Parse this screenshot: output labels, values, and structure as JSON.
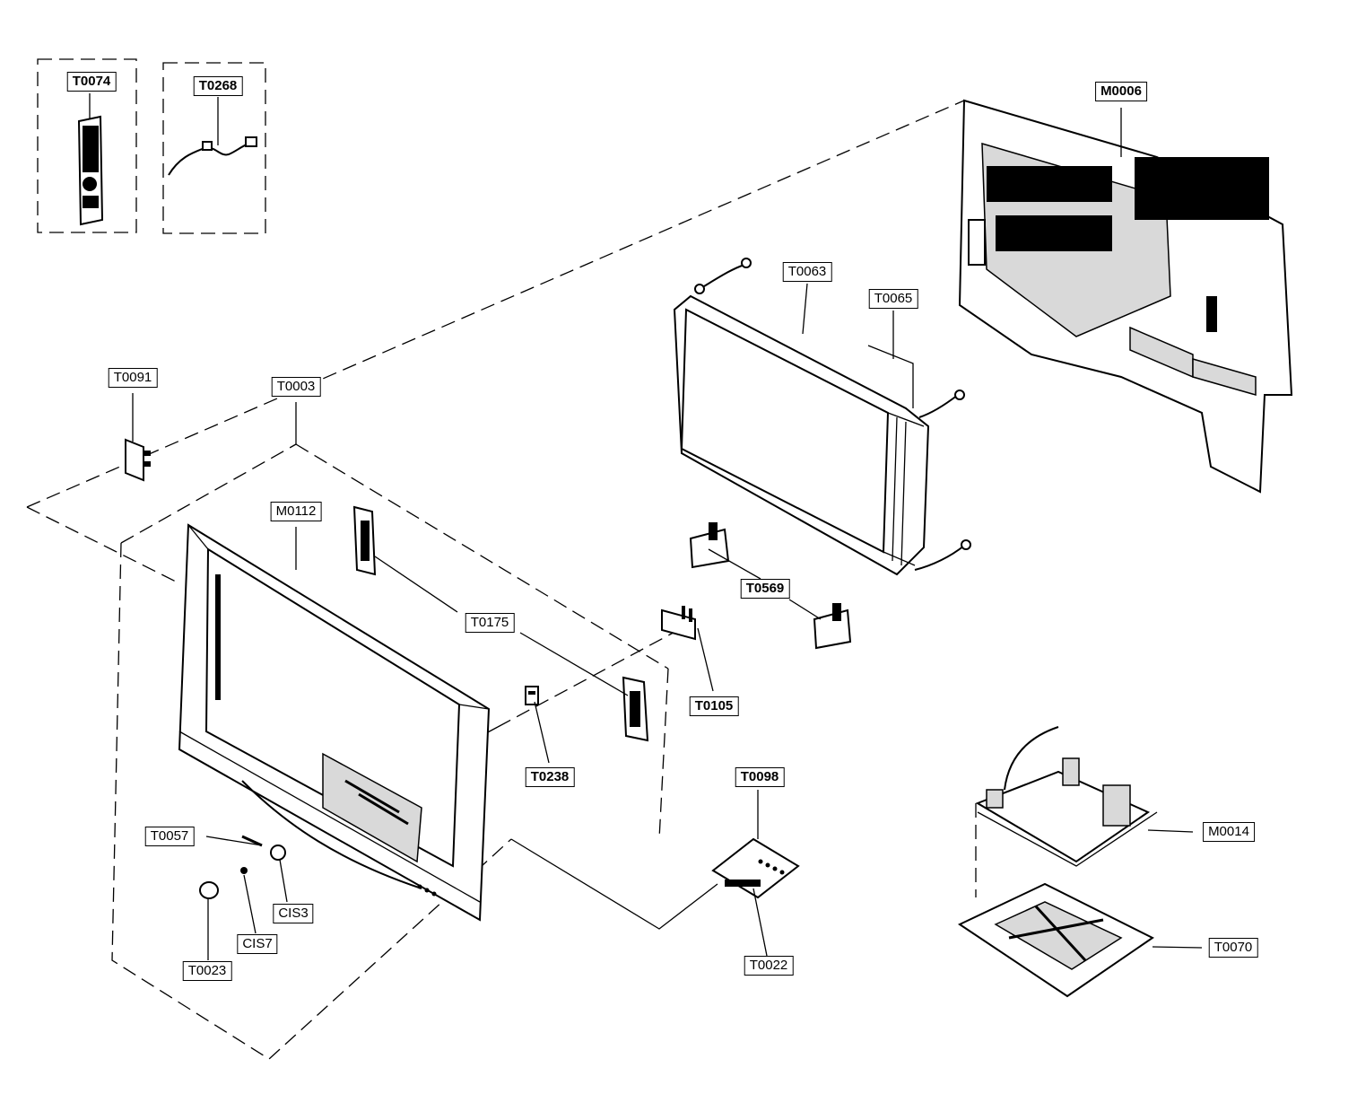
{
  "diagram": {
    "labels": [
      {
        "id": "T0074",
        "text": "T0074",
        "bold": true
      },
      {
        "id": "T0268",
        "text": "T0268",
        "bold": true
      },
      {
        "id": "M0006",
        "text": "M0006",
        "bold": true
      },
      {
        "id": "T0063",
        "text": "T0063",
        "bold": false
      },
      {
        "id": "T0065",
        "text": "T0065",
        "bold": false
      },
      {
        "id": "T0091",
        "text": "T0091",
        "bold": false
      },
      {
        "id": "T0003",
        "text": "T0003",
        "bold": false
      },
      {
        "id": "M0112",
        "text": "M0112",
        "bold": false
      },
      {
        "id": "T0569",
        "text": "T0569",
        "bold": true
      },
      {
        "id": "T0175",
        "text": "T0175",
        "bold": false
      },
      {
        "id": "T0105",
        "text": "T0105",
        "bold": true
      },
      {
        "id": "T0238",
        "text": "T0238",
        "bold": true
      },
      {
        "id": "T0098",
        "text": "T0098",
        "bold": true
      },
      {
        "id": "M0014",
        "text": "M0014",
        "bold": false
      },
      {
        "id": "T0057",
        "text": "T0057",
        "bold": false
      },
      {
        "id": "CIS3",
        "text": "CIS3",
        "bold": false
      },
      {
        "id": "CIS7",
        "text": "CIS7",
        "bold": false
      },
      {
        "id": "T0023",
        "text": "T0023",
        "bold": false
      },
      {
        "id": "T0022",
        "text": "T0022",
        "bold": false
      },
      {
        "id": "T0070",
        "text": "T0070",
        "bold": false
      }
    ]
  }
}
